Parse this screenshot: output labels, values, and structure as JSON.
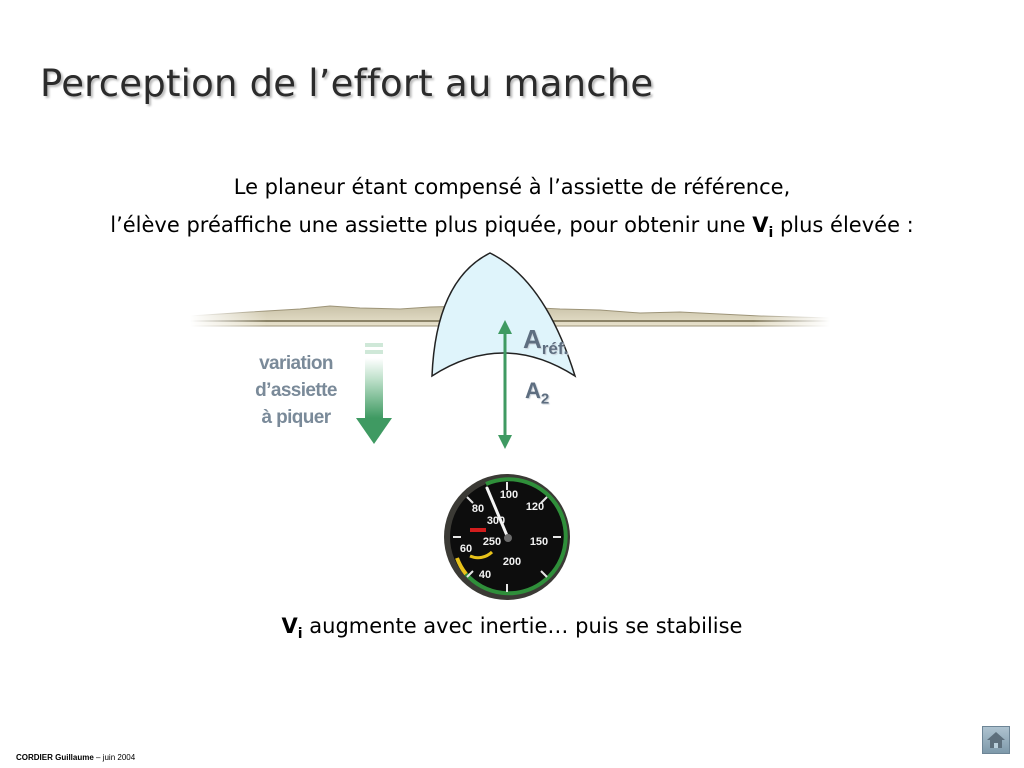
{
  "slide": {
    "title": "Perception de l’effort au manche",
    "intro_line1": "Le planeur étant compensé à l’assiette de référence,",
    "intro_line2_before": "l’élève préaffiche une assiette plus piquée, pour obtenir une",
    "intro_line2_after": "plus élevée :",
    "vi_main": "V",
    "vi_sub": "i",
    "variation_line1": "variation",
    "variation_line2": "d’assiette",
    "variation_line3": "à piquer",
    "aref_main": "A",
    "aref_sub": "réf.",
    "a2_main": "A",
    "a2_sub": "2",
    "conclusion_before": "augmente avec inertie…",
    "conclusion_after": "puis se stabilise"
  },
  "airspeed_indicator": {
    "scale_labels": [
      "40",
      "60",
      "80",
      "100",
      "120",
      "150",
      "200",
      "250",
      "300"
    ]
  },
  "footer": {
    "author": "CORDIER Guillaume",
    "date": "– juin 2004"
  },
  "nav": {
    "home_icon": "home-icon"
  },
  "colors": {
    "arrow_green": "#3f9a62",
    "label_gray": "#6e7e8e",
    "canopy_fill": "#dff4fb"
  }
}
